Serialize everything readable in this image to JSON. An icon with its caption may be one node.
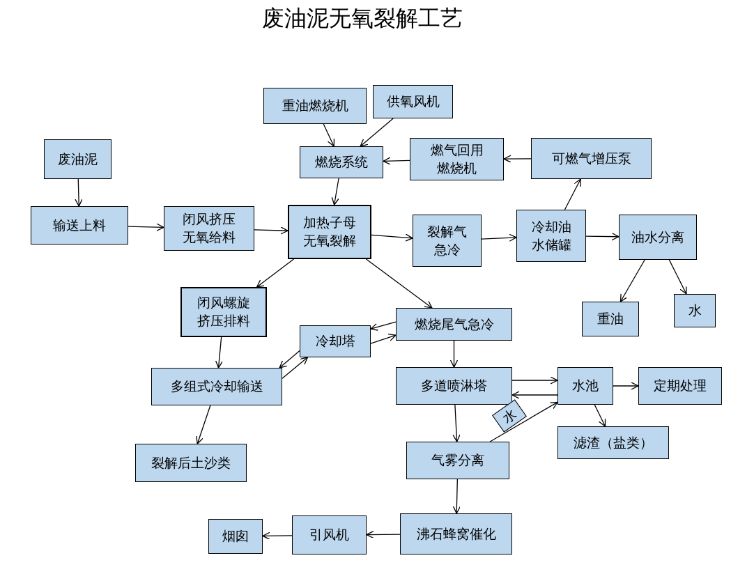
{
  "diagram": {
    "title": "废油泥无氧裂解工艺",
    "nodes": [
      {
        "text": [
          "废油泥"
        ]
      },
      {
        "text": [
          "输送上料"
        ]
      },
      {
        "text": [
          "闭风挤压无氧给料"
        ]
      },
      {
        "text": [
          "加热子母无氧裂解"
        ]
      },
      {
        "text": [
          "重油燃烧机"
        ]
      },
      {
        "text": [
          "供氧风机"
        ]
      },
      {
        "text": [
          "燃烧系统"
        ]
      },
      {
        "text": [
          "燃气回用燃烧机"
        ]
      },
      {
        "text": [
          "可燃气增压泵"
        ]
      },
      {
        "text": [
          "裂解气急冷"
        ]
      },
      {
        "text": [
          "冷却油水储罐"
        ]
      },
      {
        "text": [
          "油水分离"
        ]
      },
      {
        "text": [
          "重油"
        ]
      },
      {
        "text": [
          "水"
        ]
      },
      {
        "text": [
          "闭风螺旋挤压排料"
        ]
      },
      {
        "text": [
          "冷却塔"
        ]
      },
      {
        "text": [
          "燃烧尾气急冷"
        ]
      },
      {
        "text": [
          "多道喷淋塔"
        ]
      },
      {
        "text": [
          "水池"
        ]
      },
      {
        "text": [
          "定期处理"
        ]
      },
      {
        "text": [
          "多组式冷却输送"
        ]
      },
      {
        "text": [
          "滤渣（盐类）"
        ]
      },
      {
        "text": [
          "气雾分离"
        ]
      },
      {
        "text": [
          "裂解后土沙类"
        ]
      },
      {
        "text": [
          "沸石蜂窝催化"
        ]
      },
      {
        "text": [
          "引风机"
        ]
      },
      {
        "text": [
          "烟囱"
        ]
      }
    ],
    "edges": [
      {
        "from": 0,
        "to": 1,
        "arrow": "to"
      },
      {
        "from": 1,
        "to": 2,
        "arrow": "to"
      },
      {
        "from": 2,
        "to": 3,
        "arrow": "to"
      },
      {
        "from": 4,
        "to": 6,
        "arrow": "to"
      },
      {
        "from": 5,
        "to": 6,
        "arrow": "to"
      },
      {
        "from": 8,
        "to": 7,
        "arrow": "to"
      },
      {
        "from": 7,
        "to": 6,
        "arrow": "to"
      },
      {
        "from": 6,
        "to": 3,
        "arrow": "to"
      },
      {
        "from": 3,
        "to": 9,
        "arrow": "to"
      },
      {
        "from": 9,
        "to": 10,
        "arrow": "to"
      },
      {
        "from": 10,
        "to": 8,
        "arrow": "to"
      },
      {
        "from": 10,
        "to": 11,
        "arrow": "to"
      },
      {
        "from": 11,
        "to": 12,
        "arrow": "to"
      },
      {
        "from": 11,
        "to": 13,
        "arrow": "to"
      },
      {
        "from": 3,
        "to": 14,
        "arrow": "to"
      },
      {
        "from": 3,
        "to": 16,
        "arrow": "to"
      },
      {
        "from": 14,
        "to": 20,
        "arrow": "to"
      },
      {
        "from": 15,
        "to": 20,
        "arrow": "to"
      },
      {
        "from": 20,
        "to": 15,
        "arrow": "to"
      },
      {
        "from": 16,
        "to": 15,
        "arrow": "to"
      },
      {
        "from": 15,
        "to": 16,
        "arrow": "to"
      },
      {
        "from": 16,
        "to": 17,
        "arrow": "to"
      },
      {
        "from": 17,
        "to": 18,
        "arrow": "to"
      },
      {
        "from": 18,
        "to": 17,
        "arrow": "to"
      },
      {
        "from": 18,
        "to": 19,
        "arrow": "to"
      },
      {
        "from": 18,
        "to": 21,
        "arrow": "to"
      },
      {
        "from": 17,
        "to": 22,
        "arrow": "to"
      },
      {
        "from": 22,
        "to": 18,
        "arrow": "to",
        "label": "水"
      },
      {
        "from": 20,
        "to": 23,
        "arrow": "to"
      },
      {
        "from": 22,
        "to": 24,
        "arrow": "to"
      },
      {
        "from": 24,
        "to": 25,
        "arrow": "to"
      },
      {
        "from": 25,
        "to": 26,
        "arrow": "to"
      }
    ]
  }
}
